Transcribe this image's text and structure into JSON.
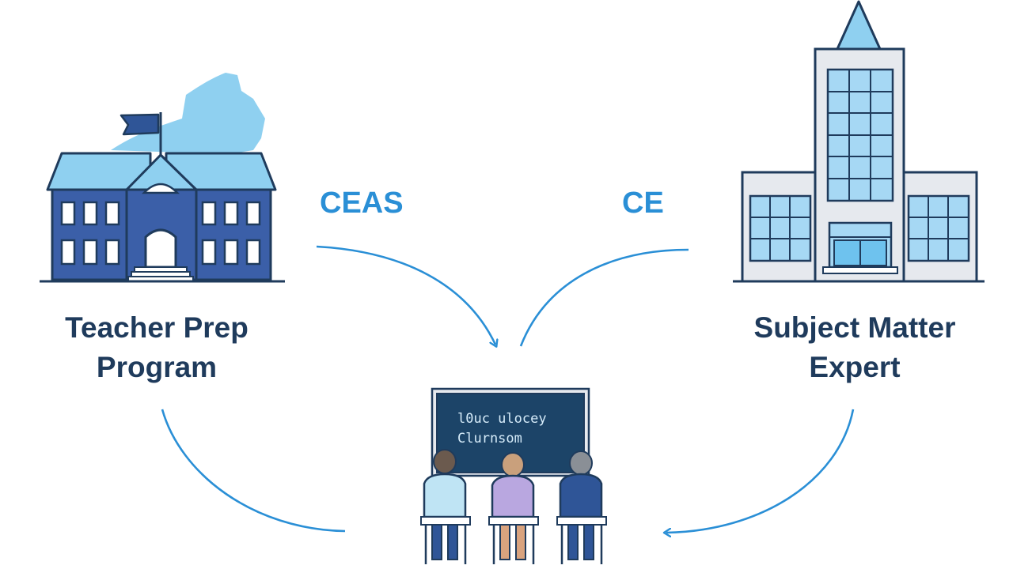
{
  "diagram": {
    "nodes": {
      "teacher_prep": {
        "label_line1": "Teacher Prep",
        "label_line2": "Program",
        "icon": "school-building-icon"
      },
      "subject_expert": {
        "label_line1": "Subject Matter",
        "label_line2": "Expert",
        "icon": "office-tower-icon"
      },
      "classroom": {
        "board_line1": "l0uc ulocey",
        "board_line2": "Clurnsom",
        "icon": "classroom-students-icon"
      }
    },
    "pathways": {
      "left": "CEAS",
      "right": "CE"
    },
    "colors": {
      "school_blue": "#3b5fa8",
      "roof_light": "#8fd0f0",
      "label_navy": "#1f3b5c",
      "arrow_blue": "#2a8fd6",
      "board": "#1c4468"
    }
  }
}
